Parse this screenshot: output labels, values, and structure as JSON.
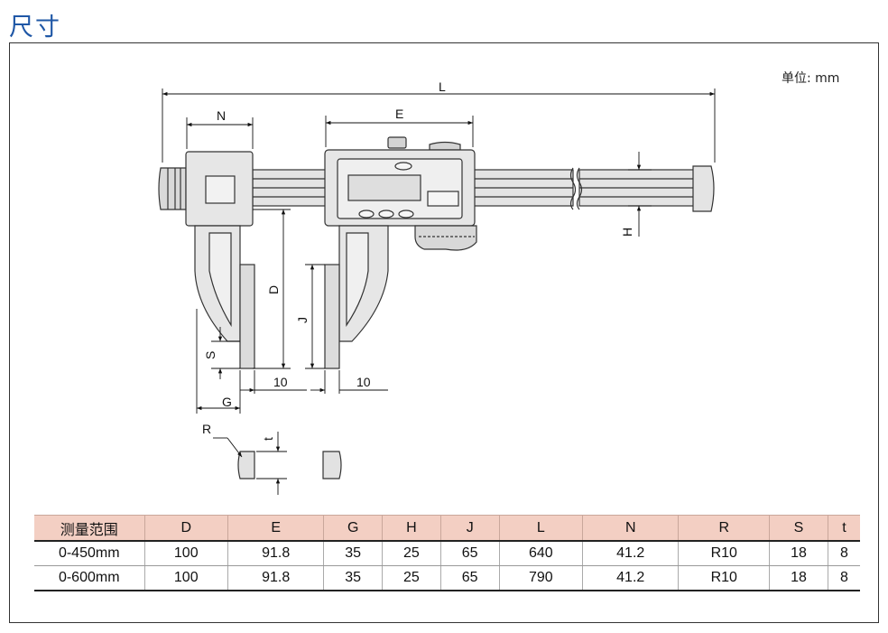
{
  "title": "尺寸",
  "unit_label": "单位: mm",
  "dimension_labels": {
    "L": "L",
    "N": "N",
    "E": "E",
    "H": "H",
    "D": "D",
    "J": "J",
    "S": "S",
    "G": "G",
    "R": "R",
    "t": "t",
    "ten_a": "10",
    "ten_b": "10"
  },
  "table": {
    "headers": [
      "测量范围",
      "D",
      "E",
      "G",
      "H",
      "J",
      "L",
      "N",
      "R",
      "S",
      "t"
    ],
    "rows": [
      [
        "0-450mm",
        "100",
        "91.8",
        "35",
        "25",
        "65",
        "640",
        "41.2",
        "R10",
        "18",
        "8"
      ],
      [
        "0-600mm",
        "100",
        "91.8",
        "35",
        "25",
        "65",
        "790",
        "41.2",
        "R10",
        "18",
        "8"
      ]
    ]
  },
  "colors": {
    "title": "#1f57a6",
    "header_bg": "#f3cfc3",
    "body_fill": "#e6e6e6",
    "outline": "#333333"
  }
}
